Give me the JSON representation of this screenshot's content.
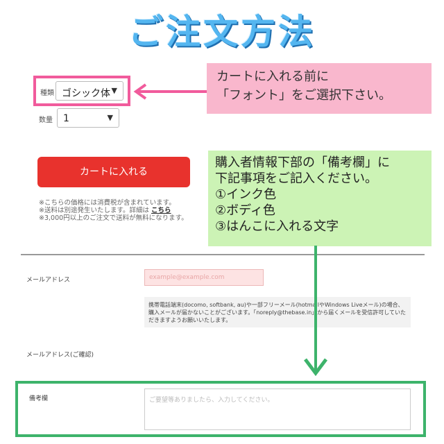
{
  "title": "ご注文方法",
  "form": {
    "type_label": "種類",
    "type_value": "ゴシック体",
    "qty_label": "数量",
    "qty_value": "1",
    "cart_button": "カートに入れる",
    "notes": {
      "line1": "※こちらの価格には消費税が含まれています。",
      "line2_prefix": "※送料は別途発生いたします。詳細は",
      "line2_link": "こちら",
      "line3": "※3,000円以上のご注文で送料が無料になります。"
    }
  },
  "callout_pink": {
    "line1": "カートに入れる前に",
    "line2": "「フォント」をご選択下さい。"
  },
  "callout_green": {
    "line1": "購入者情報下部の「備考欄」に",
    "line2": "下記事項をご記入ください。",
    "line3": "①インク色",
    "line4": "②ボディ色",
    "line5": "③はんこに入れる文字"
  },
  "buyer": {
    "email_label": "メールアドレス",
    "email_placeholder": "example@example.com",
    "help_text": "携帯電話端末(docomo, softbank, au)や一部フリーメール(hotmailやWindows Liveメール)の場合、購入メールが届かないことがございます。「noreply@thebase.in」から届くメールを受信許可していただきますようお願いいたします。",
    "email_confirm_label": "メールアドレス(ご確認)",
    "remarks_label": "備考欄",
    "remarks_placeholder": "ご要望等ありましたら、入力してください。"
  },
  "colors": {
    "pink_callout": "#f9b7cd",
    "pink_highlight": "#f15b9c",
    "green_callout": "#ccf3b5",
    "green_highlight": "#3db36b",
    "cart_button": "#e8322d",
    "title": "#54b6f0"
  }
}
